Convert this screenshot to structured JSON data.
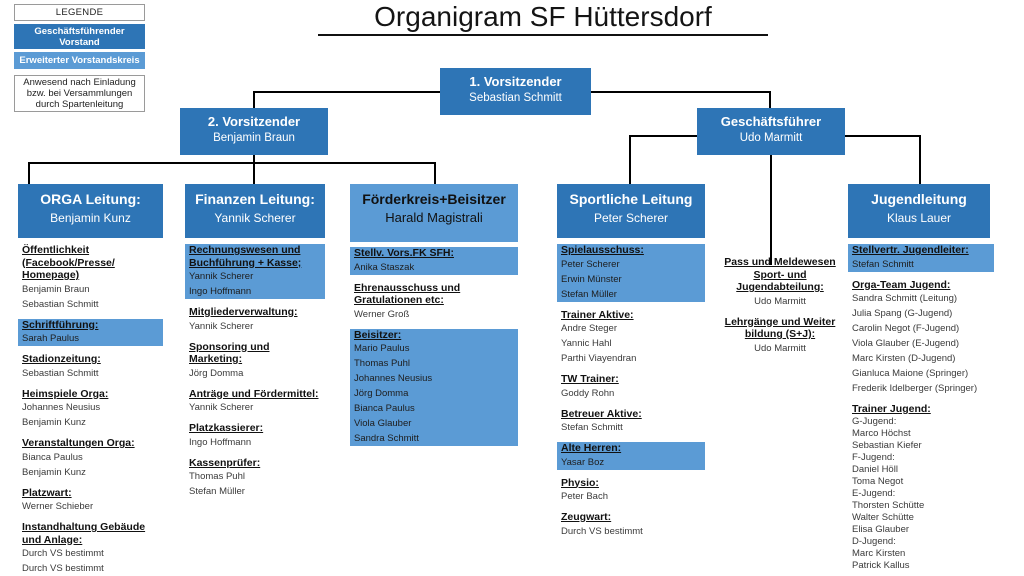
{
  "title": "Organigram SF Hüttersdorf",
  "colors": {
    "dark_blue": "#2e75b6",
    "light_blue": "#5b9bd5",
    "line": "#000000"
  },
  "legend": {
    "title": "LEGENDE",
    "items": [
      {
        "label": "Geschäftsführender Vorstand",
        "style": "dark"
      },
      {
        "label": "Erweiterter Vorstandskreis",
        "style": "light"
      },
      {
        "label": "Anwesend nach Einladung bzw. bei Versammlungen durch Spartenleitung",
        "style": "plain"
      }
    ]
  },
  "nodes": {
    "chair1": {
      "role": "1. Vorsitzender",
      "name": "Sebastian Schmitt"
    },
    "chair2": {
      "role": "2. Vorsitzender",
      "name": "Benjamin Braun"
    },
    "manager": {
      "role": "Geschäftsführer",
      "name": "Udo Marmitt"
    }
  },
  "departments": {
    "orga": {
      "head": "ORGA Leitung:",
      "lead": "Benjamin Kunz",
      "groups": [
        {
          "label": "Öffentlichkeit (Facebook/Presse/ Homepage)",
          "names": [
            "Benjamin Braun",
            "Sebastian Schmitt"
          ],
          "highlight": false
        },
        {
          "label": "Schriftführung:",
          "names": [
            "Sarah Paulus"
          ],
          "highlight": true
        },
        {
          "label": "Stadionzeitung:",
          "names": [
            "Sebastian Schmitt"
          ],
          "highlight": false
        },
        {
          "label": "Heimspiele Orga:",
          "names": [
            "Johannes Neusius",
            "Benjamin Kunz"
          ],
          "highlight": false
        },
        {
          "label": "Veranstaltungen Orga:",
          "names": [
            "Bianca Paulus",
            "Benjamin Kunz"
          ],
          "highlight": false
        },
        {
          "label": "Platzwart:",
          "names": [
            "Werner Schieber"
          ],
          "highlight": false
        },
        {
          "label": "Instandhaltung Gebäude und Anlage:",
          "names": [
            "Durch VS bestimmt",
            "Durch VS bestimmt"
          ],
          "highlight": false
        }
      ]
    },
    "finanzen": {
      "head": "Finanzen Leitung:",
      "lead": "Yannik Scherer",
      "groups": [
        {
          "label": "Rechnungswesen und Buchführung + Kasse;",
          "names": [
            "Yannik Scherer",
            "Ingo Hoffmann"
          ],
          "highlight": true
        },
        {
          "label": "Mitgliederverwaltung:",
          "names": [
            "Yannik Scherer"
          ],
          "highlight": false
        },
        {
          "label": "Sponsoring und Marketing:",
          "names": [
            "Jörg Domma"
          ],
          "highlight": false
        },
        {
          "label": "Anträge und Fördermittel:",
          "names": [
            "Yannik Scherer"
          ],
          "highlight": false
        },
        {
          "label": "Platzkassierer:",
          "names": [
            "Ingo Hoffmann"
          ],
          "highlight": false
        },
        {
          "label": "Kassenprüfer:",
          "names": [
            "Thomas Puhl",
            "Stefan Müller"
          ],
          "highlight": false
        }
      ]
    },
    "foerderkreis": {
      "head": "Förderkreis+Beisitzer",
      "lead": "Harald Magistrali",
      "groups": [
        {
          "label": "Stellv. Vors.FK SFH:",
          "names": [
            "Anika Staszak"
          ],
          "highlight": true
        },
        {
          "label": "Ehrenausschuss und Gratulationen etc:",
          "names": [
            "Werner Groß"
          ],
          "highlight": false
        },
        {
          "label": "Beisitzer:",
          "names": [
            "Mario Paulus",
            "Thomas Puhl",
            "Johannes Neusius",
            "Jörg Domma",
            "Bianca Paulus",
            "Viola Glauber",
            "Sandra Schmitt"
          ],
          "highlight": true
        }
      ]
    },
    "sportlich": {
      "head": "Sportliche Leitung",
      "lead": "Peter Scherer",
      "groups": [
        {
          "label": "Spielausschuss:",
          "names": [
            "Peter Scherer",
            "Erwin Münster",
            "Stefan Müller"
          ],
          "highlight": true
        },
        {
          "label": "Trainer Aktive:",
          "names": [
            "Andre Steger",
            "Yannic Hahl",
            "Parthi Viayendran"
          ],
          "highlight": false
        },
        {
          "label": "TW Trainer:",
          "names": [
            "Goddy Rohn"
          ],
          "highlight": false
        },
        {
          "label": "Betreuer Aktive:",
          "names": [
            "Stefan Schmitt"
          ],
          "highlight": false
        },
        {
          "label": "Alte Herren:",
          "names": [
            "Yasar Boz"
          ],
          "highlight": true
        },
        {
          "label": "Physio:",
          "names": [
            "Peter Bach"
          ],
          "highlight": false
        },
        {
          "label": "Zeugwart:",
          "names": [
            "Durch VS bestimmt"
          ],
          "highlight": false
        }
      ]
    },
    "manager_tasks": {
      "groups": [
        {
          "label": "Pass und Meldewesen Sport- und Jugendabteilung:",
          "names": [
            "Udo Marmitt"
          ],
          "highlight": false
        },
        {
          "label": "Lehrgänge und Weiter bildung (S+J):",
          "names": [
            "Udo Marmitt"
          ],
          "highlight": false
        }
      ]
    },
    "jugend": {
      "head": "Jugendleitung",
      "lead": "Klaus Lauer",
      "groups": [
        {
          "label": "Stellvertr. Jugendleiter:",
          "names": [
            "Stefan Schmitt"
          ],
          "highlight": true
        },
        {
          "label": "Orga-Team Jugend:",
          "names": [
            "Sandra Schmitt (Leitung)",
            "Julia Spang (G-Jugend)",
            "Carolin Negot (F-Jugend)",
            "Viola Glauber (E-Jugend)",
            "Marc Kirsten (D-Jugend)",
            "Gianluca Maione (Springer)",
            "Frederik Idelberger (Springer)"
          ],
          "highlight": false
        },
        {
          "label": "Trainer Jugend:",
          "names": [
            "G-Jugend:",
            "Marco Höchst",
            "Sebastian Kiefer",
            "F-Jugend:",
            "Daniel Höll",
            "Toma Negot",
            "E-Jugend:",
            "Thorsten Schütte",
            "Walter Schütte",
            "Elisa Glauber",
            "D-Jugend:",
            "Marc Kirsten",
            "Patrick Kallus"
          ],
          "highlight": false,
          "tight": true
        }
      ]
    }
  }
}
